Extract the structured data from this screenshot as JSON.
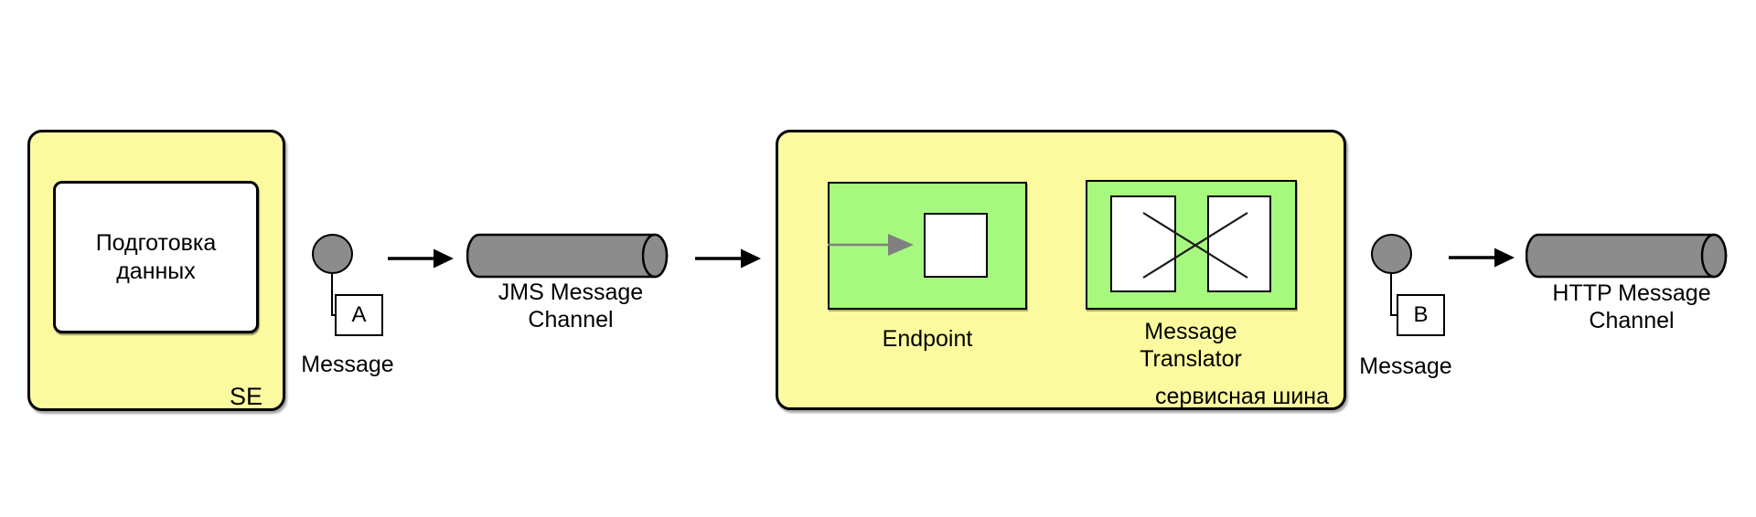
{
  "colors": {
    "background": "#ffffff",
    "container_fill": "#FCFA9E",
    "component_fill": "#A6F97E",
    "pipe_fill": "#8C8C8C",
    "message_fill": "#8C8C8C",
    "border": "#000000",
    "inner_arrow": "#808080"
  },
  "se_container": {
    "label": "SE",
    "process_label": "Подготовка данных"
  },
  "message_a": {
    "letter": "A",
    "label": "Message"
  },
  "jms_channel": {
    "label": "JMS Message Channel"
  },
  "service_bus": {
    "label": "сервисная шина",
    "endpoint": {
      "label": "Endpoint"
    },
    "message_translator": {
      "label": "Message Translator"
    }
  },
  "message_b": {
    "letter": "B",
    "label": "Message"
  },
  "http_channel": {
    "label": "HTTP Message Channel"
  }
}
